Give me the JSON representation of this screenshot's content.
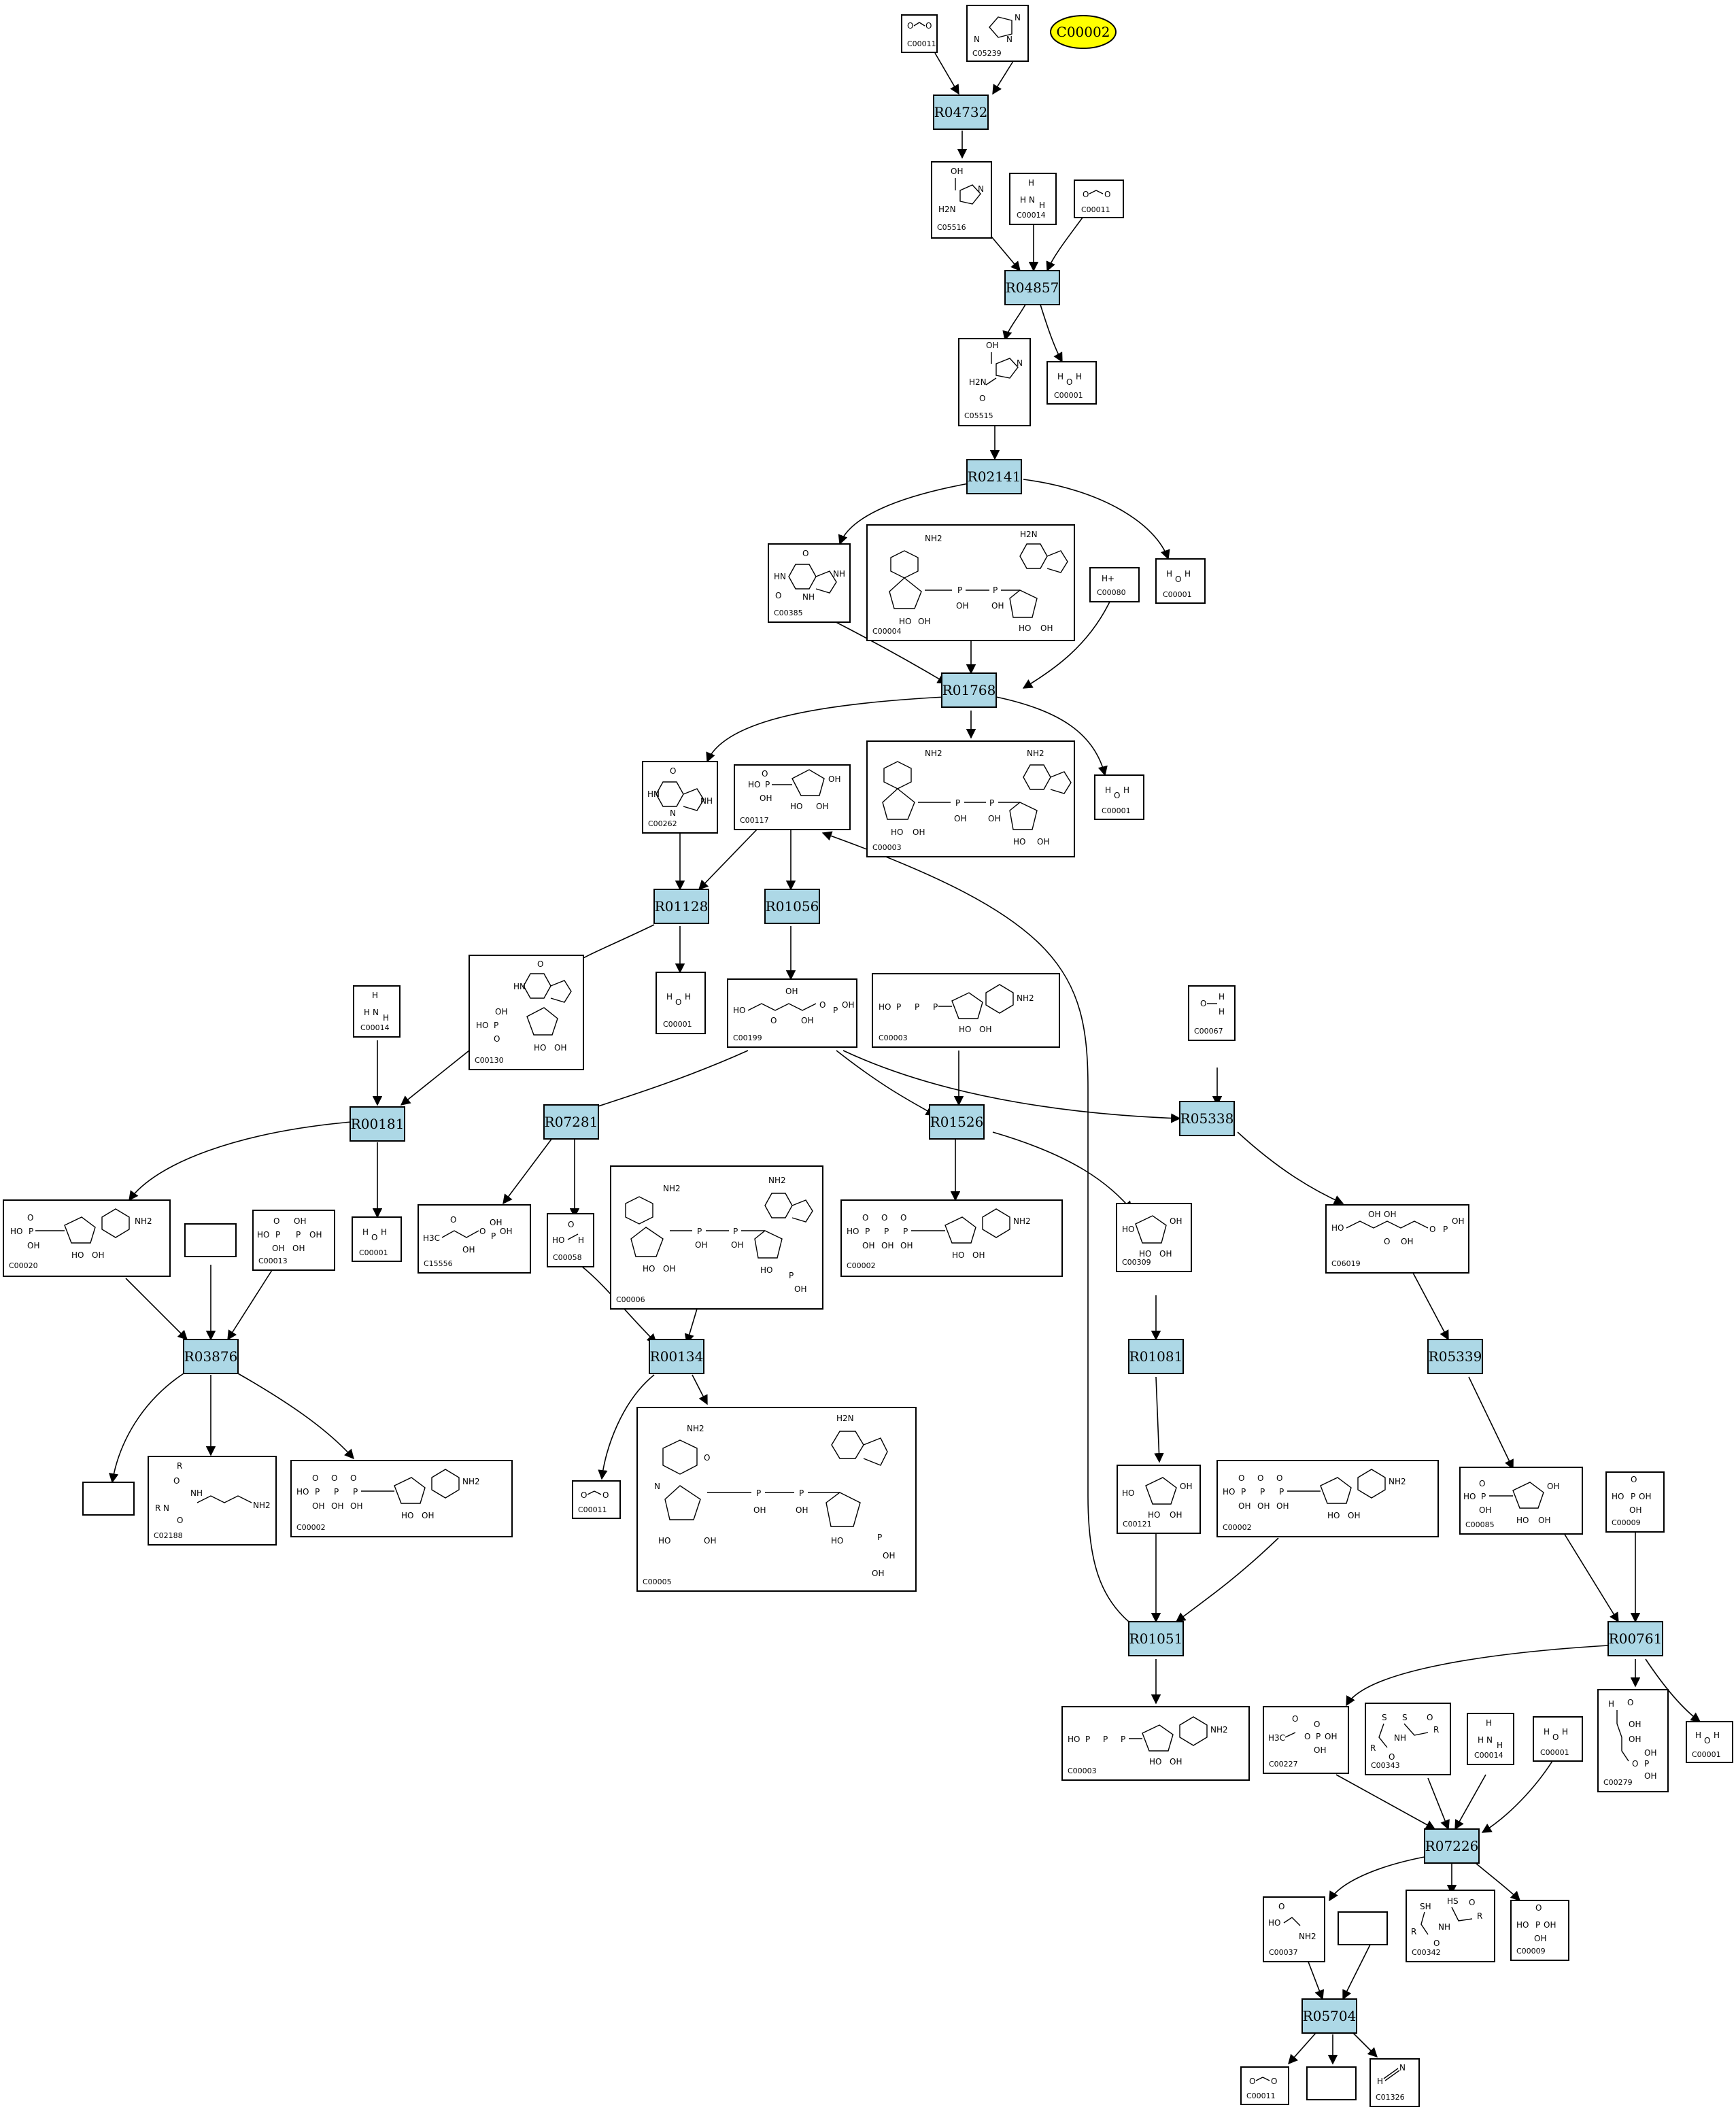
{
  "start_node": "C00002",
  "reactions": [
    "R04732",
    "R04857",
    "R02141",
    "R01768",
    "R01128",
    "R01056",
    "R00181",
    "R07281",
    "R01526",
    "R05338",
    "R03876",
    "R00134",
    "R01081",
    "R05339",
    "R01051",
    "R00761",
    "R07226",
    "R05704"
  ],
  "compounds": {
    "c00011_top": "C00011",
    "c05239": "C05239",
    "c05516": "C05516",
    "c00014_a": "C00014",
    "c00011_b": "C00011",
    "c05515": "C05515",
    "c00001_a": "C00001",
    "c00385": "C00385",
    "c00004": "C00004",
    "c00080": "C00080",
    "c00001_b": "C00001",
    "c00262": "C00262",
    "c00117": "C00117",
    "c00003_a": "C00003",
    "c00001_c": "C00001",
    "c00014_b": "C00014",
    "c00130": "C00130",
    "c00001_d": "C00001",
    "c00199": "C00199",
    "c00003_b": "C00003",
    "c00067": "C00067",
    "c00020": "C00020",
    "c00013": "C00013",
    "c00001_e": "C00001",
    "c15556": "C15556",
    "c00058": "C00058",
    "c00006": "C00006",
    "c00002_a": "C00002",
    "c00309": "C00309",
    "c06019": "C06019",
    "c02188": "C02188",
    "c00002_b": "C00002",
    "c00011_c": "C00011",
    "c00005": "C00005",
    "c00121": "C00121",
    "c00002_c": "C00002",
    "c00085": "C00085",
    "c00009_a": "C00009",
    "c00003_c": "C00003",
    "c00227": "C00227",
    "c00343": "C00343",
    "c00014_c": "C00014",
    "c00001_f": "C00001",
    "c00279": "C00279",
    "c00001_g": "C00001",
    "c00037": "C00037",
    "c00342": "C00342",
    "c00009_b": "C00009",
    "c00011_d": "C00011",
    "c01326": "C01326"
  },
  "atoms": {
    "oh": "OH",
    "ho": "HO",
    "o": "O",
    "n": "N",
    "nh": "NH",
    "hn": "HN",
    "nh2": "NH2",
    "h2n": "H2N",
    "h": "H",
    "p": "P",
    "r": "R",
    "s": "S",
    "sh": "SH",
    "hs": "HS",
    "hplus": "H+",
    "h3c": "H3C"
  }
}
